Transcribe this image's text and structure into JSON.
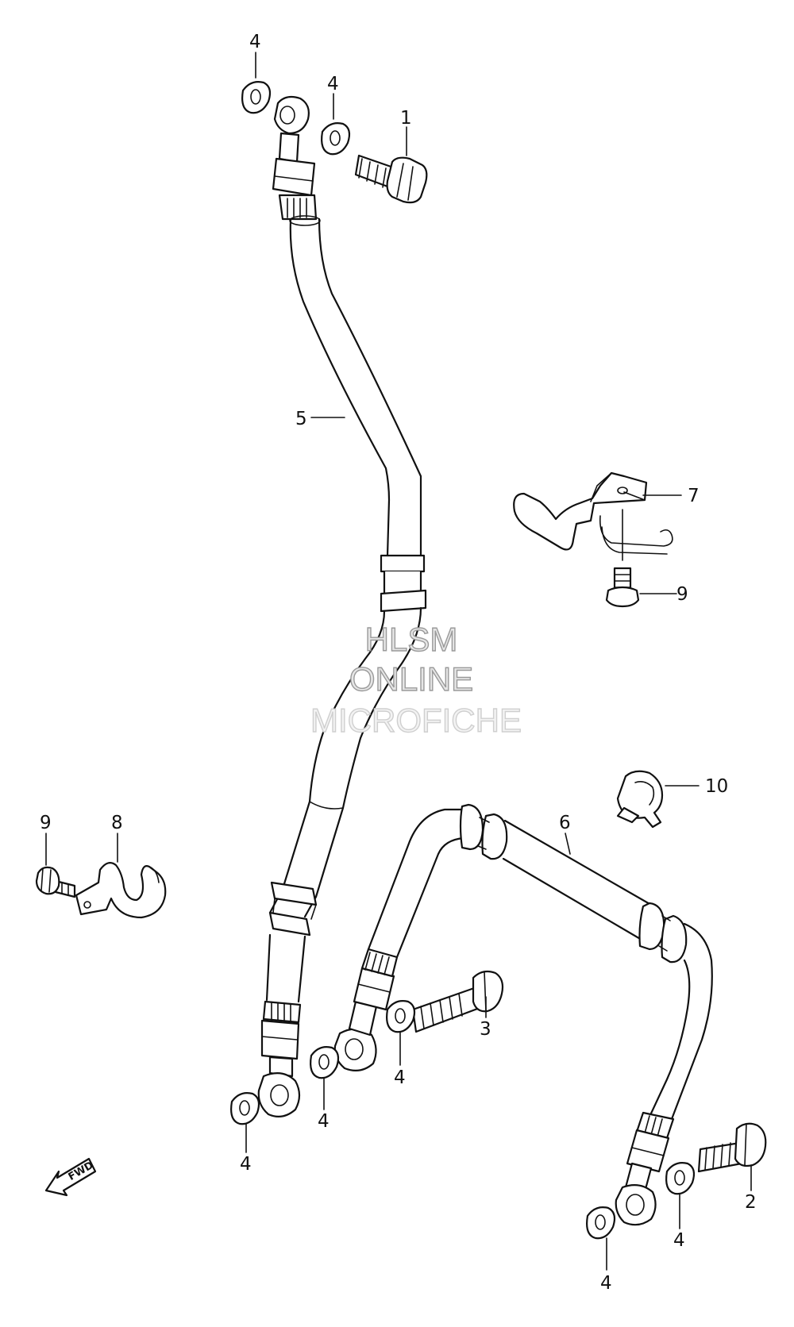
{
  "callouts": {
    "c1": "1",
    "c2": "2",
    "c3": "3",
    "c4a": "4",
    "c4b": "4",
    "c4c": "4",
    "c4d": "4",
    "c4e": "4",
    "c4f": "4",
    "c4g": "4",
    "c5": "5",
    "c6": "6",
    "c7": "7",
    "c8": "8",
    "c9a": "9",
    "c9b": "9",
    "c10": "10"
  },
  "watermark": {
    "line1": "HLSM",
    "line2": "ONLINE",
    "line3": "MICROFICHE"
  },
  "fwd_label": "FWD",
  "colors": {
    "ink": "#111111",
    "watermark_stroke": "#9a9a9a"
  }
}
